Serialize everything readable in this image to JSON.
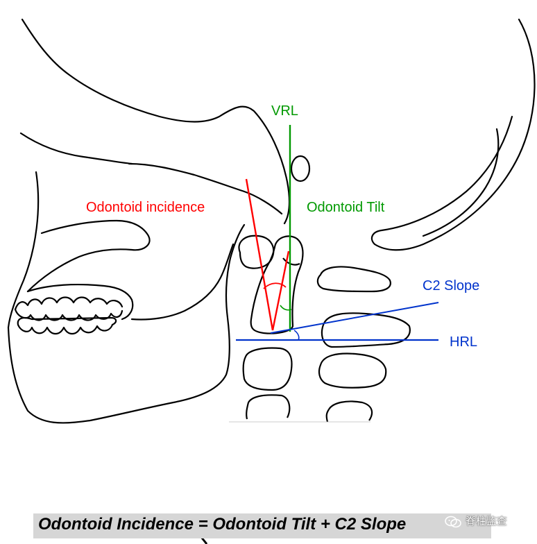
{
  "labels": {
    "vrl": "VRL",
    "odontoid_incidence": "Odontoid incidence",
    "odontoid_tilt": "Odontoid Tilt",
    "c2_slope": "C2 Slope",
    "hrl": "HRL"
  },
  "formula": "Odontoid Incidence = Odontoid Tilt + C2 Slope",
  "watermark": "脊柱监查",
  "colors": {
    "red": "#ff0000",
    "green": "#009900",
    "blue": "#0033cc",
    "outline": "#000000",
    "formula_bg": "#d6d6d6"
  },
  "icons": {
    "watermark": "wechat-icon"
  }
}
